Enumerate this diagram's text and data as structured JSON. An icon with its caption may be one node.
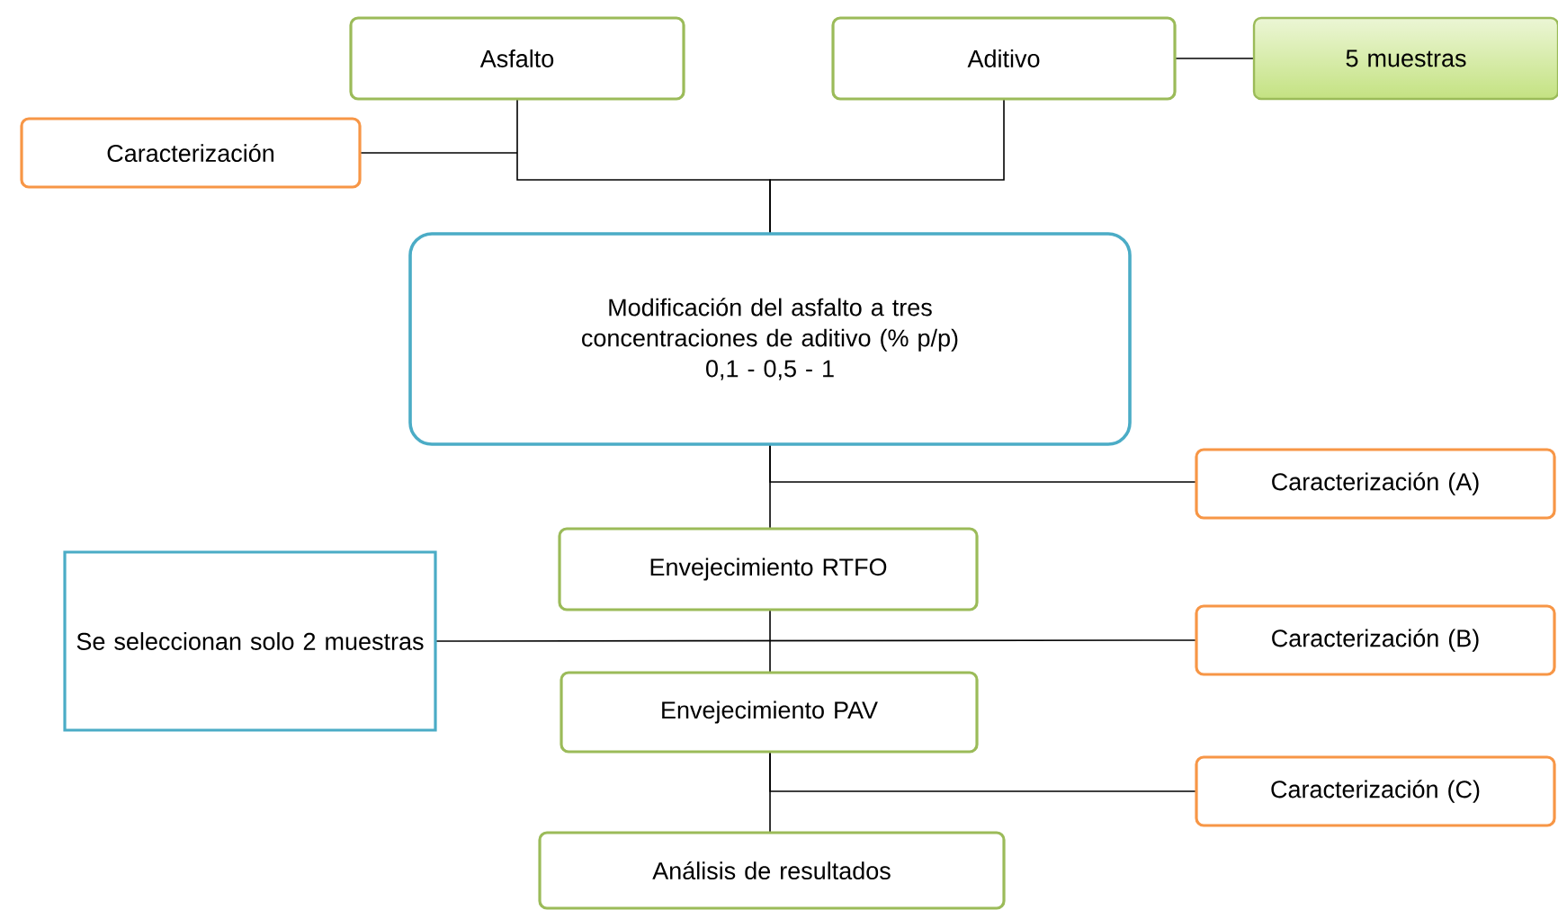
{
  "diagram": {
    "nodes": [
      {
        "text": [
          "Asfalto"
        ]
      },
      {
        "text": [
          "Aditivo"
        ]
      },
      {
        "text": [
          "5 muestras"
        ]
      },
      {
        "text": [
          "Caracterización"
        ]
      },
      {
        "text": [
          "Modificación del asfalto a tres concentraciones de aditivo (% p/p)",
          "0,1 - 0,5 - 1"
        ]
      },
      {
        "text": [
          "Caracterización (A)"
        ]
      },
      {
        "text": [
          "Envejecimiento RTFO"
        ]
      },
      {
        "text": [
          "Se seleccionan solo 2 muestras"
        ]
      },
      {
        "text": [
          "Caracterización (B)"
        ]
      },
      {
        "text": [
          "Envejecimiento PAV"
        ]
      },
      {
        "text": [
          "Caracterización (C)"
        ]
      },
      {
        "text": [
          "Análisis de resultados"
        ]
      }
    ],
    "edges": [
      {
        "from": 0,
        "to": 4,
        "arrow": "none"
      },
      {
        "from": 1,
        "to": 4,
        "arrow": "none"
      },
      {
        "from": 3,
        "to": 0,
        "arrow": "none"
      },
      {
        "from": 1,
        "to": 2,
        "arrow": "none"
      },
      {
        "from": 4,
        "to": 6,
        "arrow": "none"
      },
      {
        "from": 4,
        "to": 5,
        "arrow": "none"
      },
      {
        "from": 6,
        "to": 9,
        "arrow": "none"
      },
      {
        "from": 7,
        "to": 8,
        "arrow": "none"
      },
      {
        "from": 9,
        "to": 11,
        "arrow": "none"
      },
      {
        "from": 9,
        "to": 10,
        "arrow": "none"
      }
    ]
  }
}
